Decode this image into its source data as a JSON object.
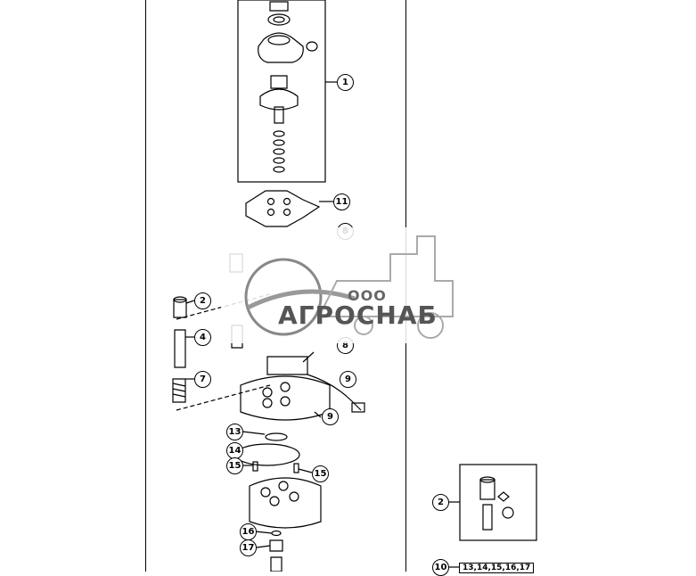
{
  "diagram": {
    "callouts": [
      {
        "id": "c1",
        "label": "1"
      },
      {
        "id": "c11",
        "label": "11"
      },
      {
        "id": "c2a",
        "label": "2"
      },
      {
        "id": "c4",
        "label": "4"
      },
      {
        "id": "c7",
        "label": "7"
      },
      {
        "id": "c8a",
        "label": "8"
      },
      {
        "id": "c8b",
        "label": "8"
      },
      {
        "id": "c9a",
        "label": "9"
      },
      {
        "id": "c9b",
        "label": "9"
      },
      {
        "id": "c13",
        "label": "13"
      },
      {
        "id": "c14",
        "label": "14"
      },
      {
        "id": "c15a",
        "label": "15"
      },
      {
        "id": "c15b",
        "label": "15"
      },
      {
        "id": "c16",
        "label": "16"
      },
      {
        "id": "c17",
        "label": "17"
      },
      {
        "id": "c2b",
        "label": "2"
      },
      {
        "id": "c10",
        "label": "10"
      }
    ],
    "kit_label": "13,14,15,16,17"
  },
  "watermark": {
    "prefix": "ООО",
    "name": "АГРОСНАБ"
  }
}
